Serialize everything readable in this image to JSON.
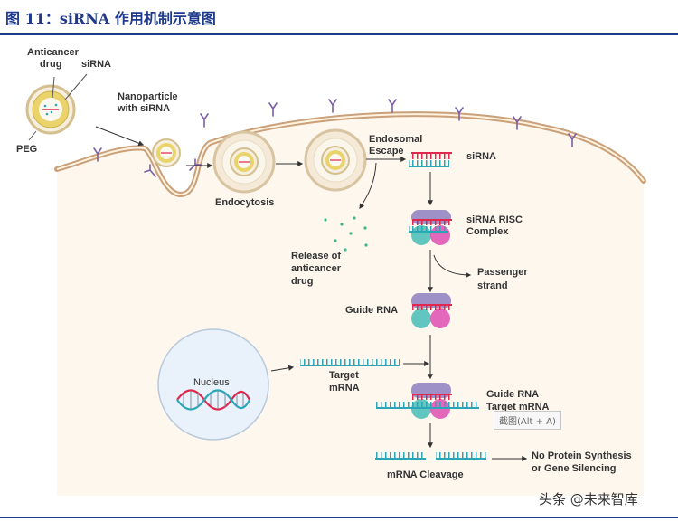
{
  "header": {
    "title": "图 11：siRNA 作用机制示意图"
  },
  "labels": {
    "anticancer_drug_1": "Anticancer",
    "anticancer_drug_2": "drug",
    "sirna_top": "siRNA",
    "peg": "PEG",
    "nanoparticle_1": "Nanoparticle",
    "nanoparticle_2": "with siRNA",
    "endocytosis": "Endocytosis",
    "endosomal_1": "Endosomal",
    "endosomal_2": "Escape",
    "sirna": "siRNA",
    "risc_1": "siRNA RISC",
    "risc_2": "Complex",
    "release_1": "Release of",
    "release_2": "anticancer",
    "release_3": "drug",
    "passenger_1": "Passenger",
    "passenger_2": "strand",
    "guide_rna": "Guide RNA",
    "nucleus": "Nucleus",
    "target_1": "Target",
    "target_2": "mRNA",
    "guide_target_1": "Guide RNA",
    "guide_target_2": "Target mRNA",
    "cleavage": "mRNA Cleavage",
    "outcome_1": "No Protein Synthesis",
    "outcome_2": "or Gene Silencing"
  },
  "tooltip": {
    "text": "截图(Alt + A)"
  },
  "watermark": {
    "text": "头条 @未来智库"
  },
  "colors": {
    "header": "#1f3a8a",
    "cell": "#fdf7ee",
    "membrane": "#c9a079",
    "sirna_red": "#e0284f",
    "sirna_teal": "#2aa6b8",
    "risc_purple": "#9d91c7",
    "risc_pink": "#e056b4",
    "risc_teal": "#62c6c0",
    "nucleus": "#e9f1fa",
    "dots": "#3fb58c"
  }
}
